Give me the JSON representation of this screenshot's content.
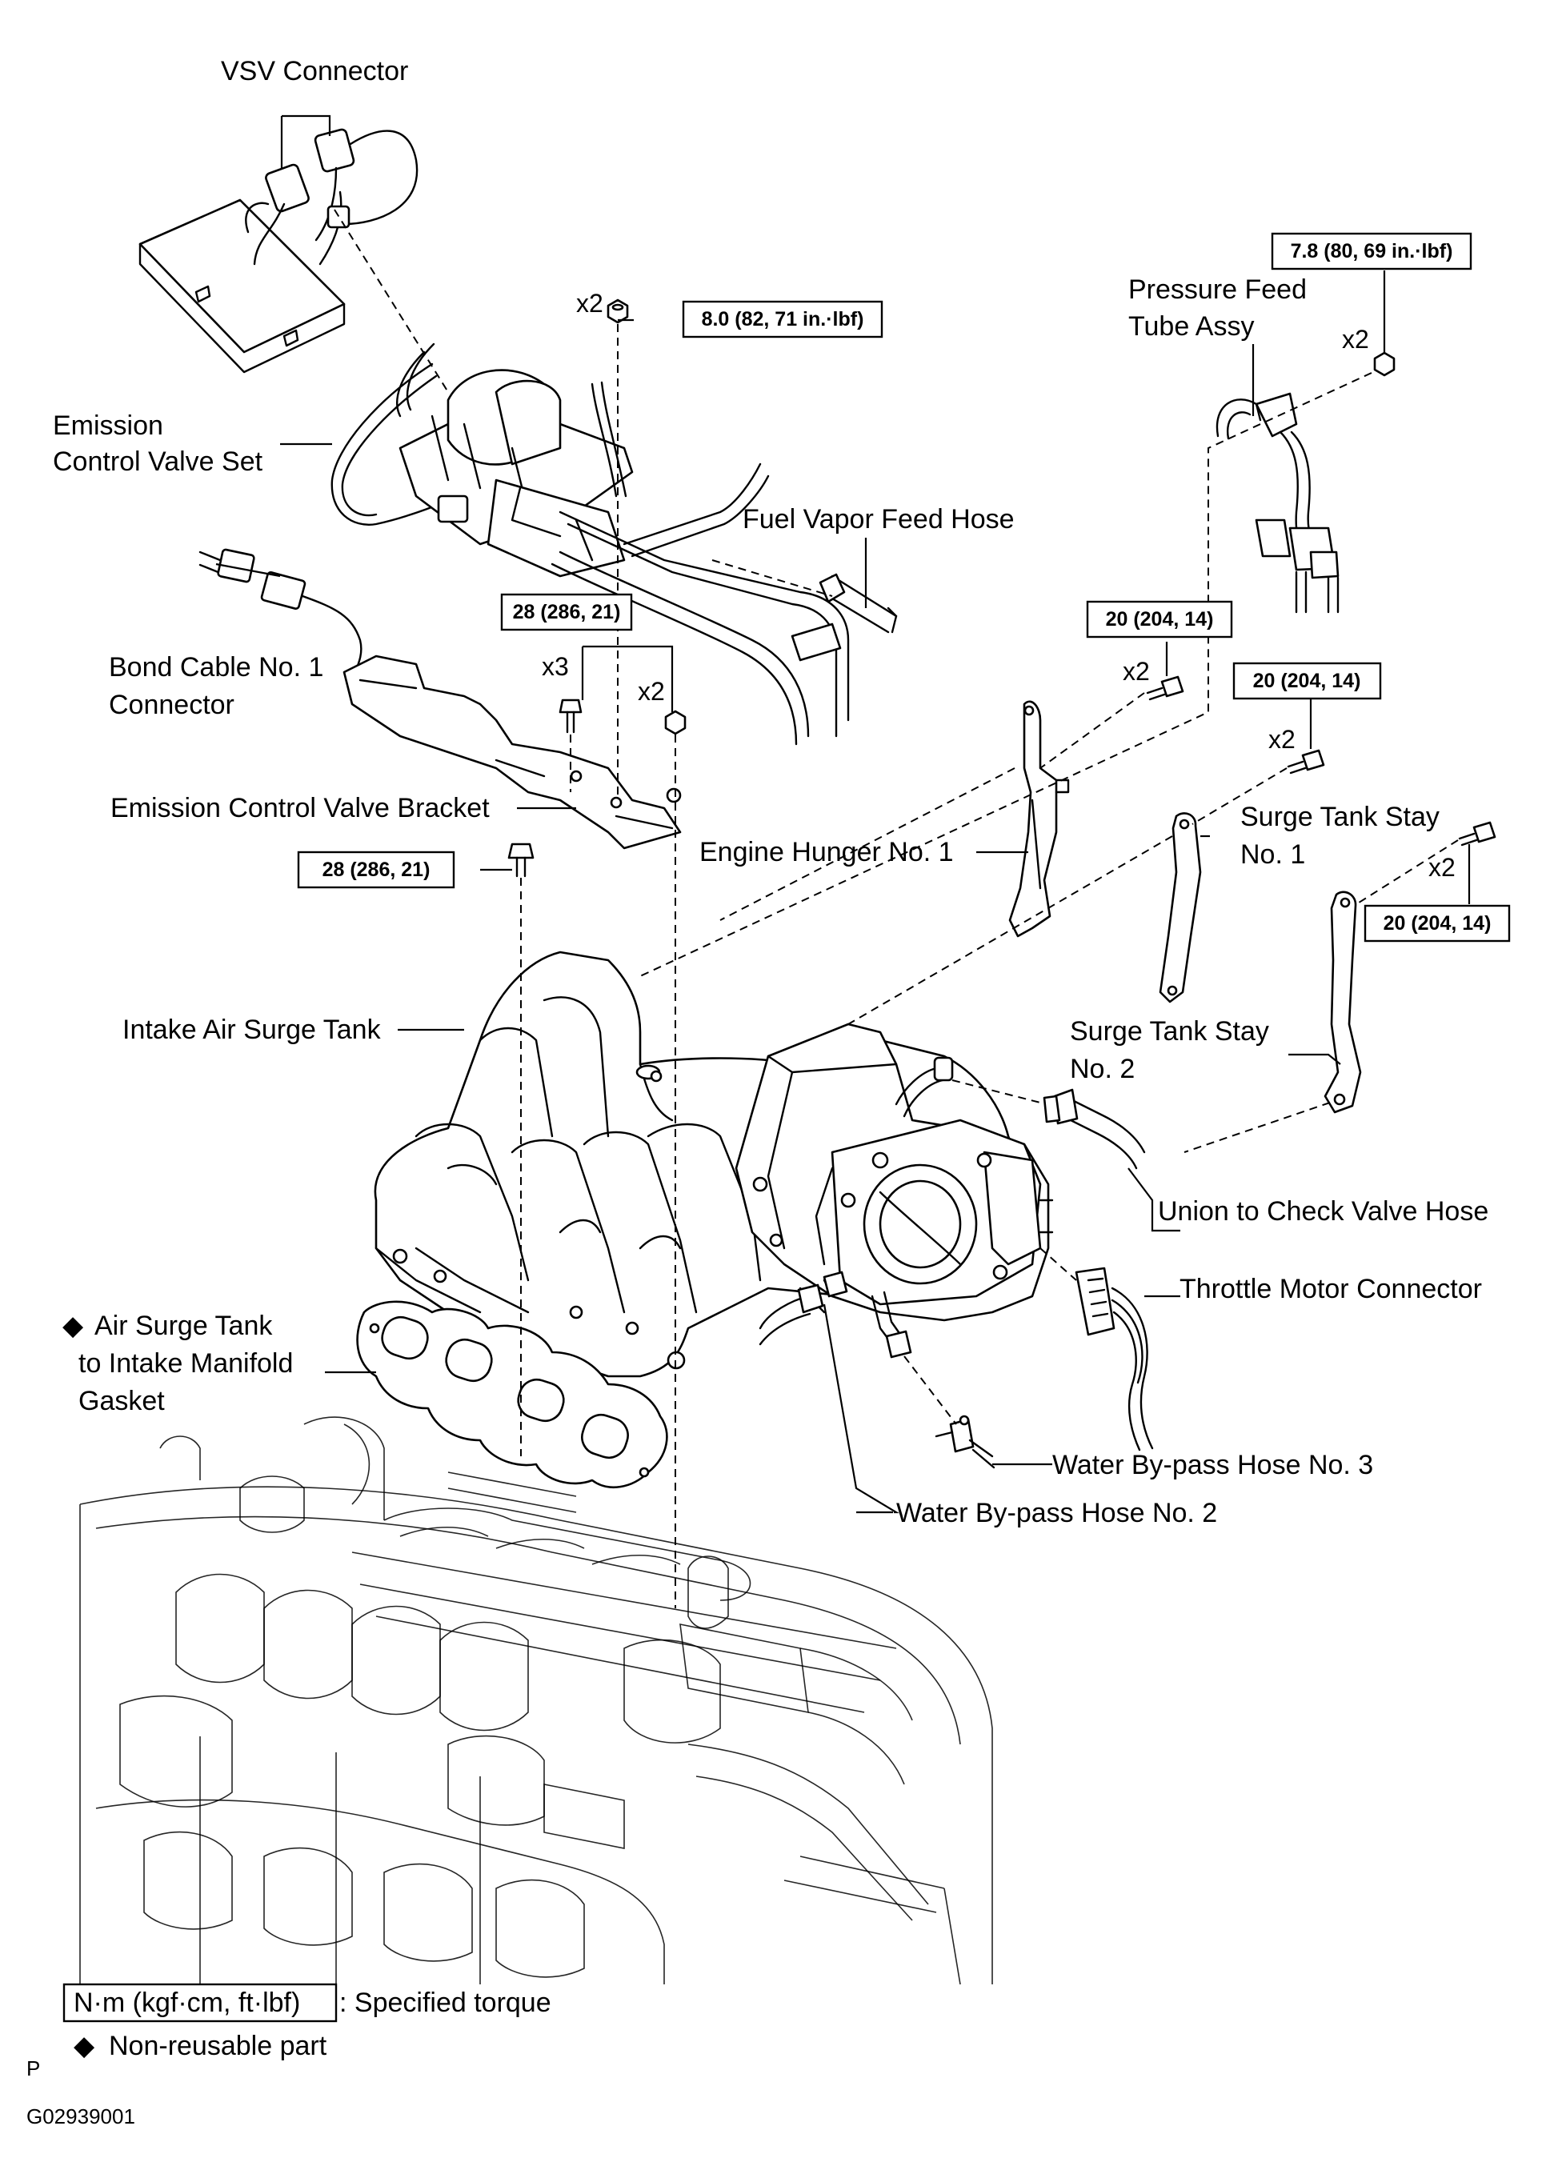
{
  "diagram": {
    "figure_id": "G02939001",
    "page_letter": "P",
    "labels": {
      "vsv_connector": "VSV Connector",
      "emission_valve_line1": "Emission",
      "emission_valve_line2": "Control Valve Set",
      "fuel_vapor_feed_hose": "Fuel Vapor Feed Hose",
      "bond_cable_line1": "Bond Cable No. 1",
      "bond_cable_line2": "Connector",
      "emission_bracket": "Emission Control Valve Bracket",
      "pressure_feed_line1": "Pressure Feed",
      "pressure_feed_line2": "Tube Assy",
      "engine_hunger": "Engine Hunger No. 1",
      "surge_stay1_line1": "Surge Tank Stay",
      "surge_stay1_line2": "No. 1",
      "surge_stay2_line1": "Surge Tank Stay",
      "surge_stay2_line2": "No. 2",
      "intake_surge_tank": "Intake Air Surge Tank",
      "union_check_valve": "Union to Check Valve Hose",
      "throttle_motor": "Throttle Motor Connector",
      "gasket_line1": "Air Surge Tank",
      "gasket_line2": "to Intake Manifold",
      "gasket_line3": "Gasket",
      "water_hose3": "Water By-pass Hose No. 3",
      "water_hose2": "Water By-pass Hose No. 2"
    },
    "torque": {
      "t_80": "8.0 (82, 71 in.·lbf)",
      "t_78": "7.8 (80, 69 in.·lbf)",
      "t_28a": "28 (286, 21)",
      "t_28b": "28 (286, 21)",
      "t_20a": "20 (204, 14)",
      "t_20b": "20 (204, 14)",
      "t_20c": "20 (204, 14)"
    },
    "quantities": {
      "q_80": "x2",
      "q_78": "x2",
      "q_28a": "x3",
      "q_28a2": "x2",
      "q_20a": "x2",
      "q_20b": "x2",
      "q_20c": "x2"
    },
    "legend": {
      "torque_unit": "N·m (kgf·cm, ft·lbf)",
      "torque_desc": ": Specified torque",
      "nonreusable_mark": "◆",
      "nonreusable_desc": "Non-reusable part"
    }
  }
}
